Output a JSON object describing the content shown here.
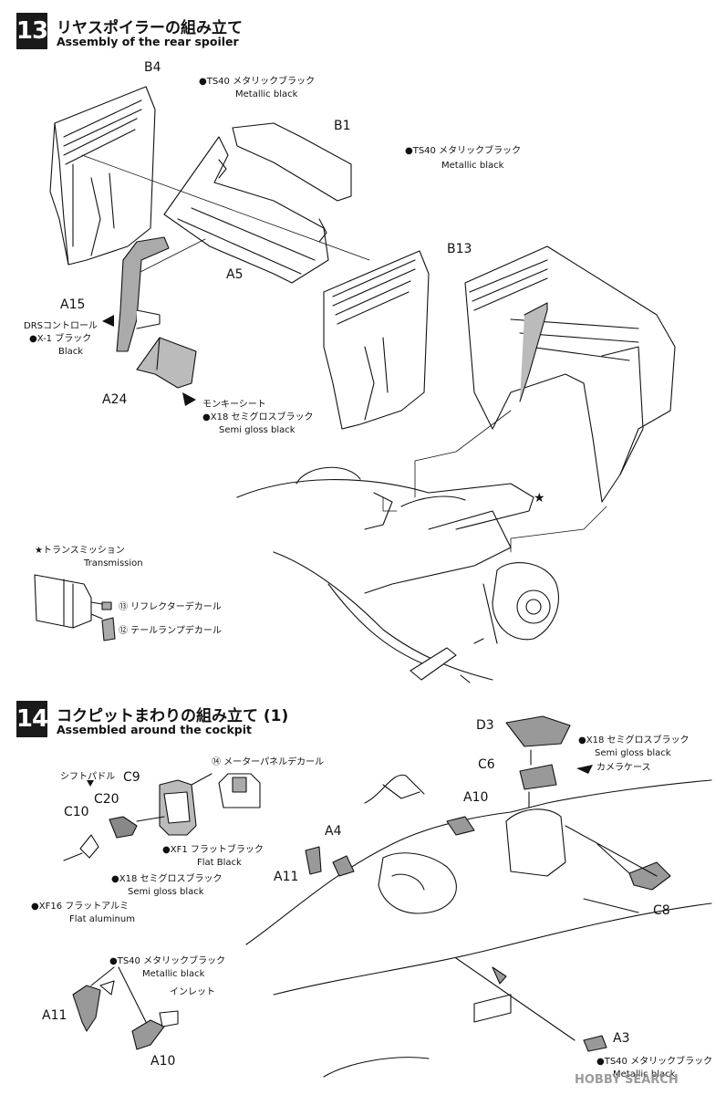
{
  "steps": [
    {
      "number": "13",
      "title_jp": "リヤスポイラーの組み立て",
      "title_en": "Assembly of the rear spoiler",
      "parts": [
        "B4",
        "B1",
        "A5",
        "B13",
        "A15",
        "A24"
      ],
      "paint": {
        "ts40_a": "●TS40 メタリックブラック",
        "metallic_black_a": "Metallic black",
        "ts40_b": "●TS40 メタリックブラック",
        "metallic_black_b": "Metallic black",
        "drs": "DRSコントロール",
        "x1": "●X-1 ブラック",
        "black": "Black",
        "monkey": "モンキーシート",
        "x18": "●X18 セミグロスブラック",
        "semi_gloss": "Semi gloss black"
      },
      "transmission_jp": "★トランスミッション",
      "transmission_en": "Transmission",
      "star": "★",
      "decal13": "⑬ リフレクターデカール",
      "decal12": "⑫ テールランプデカール"
    },
    {
      "number": "14",
      "title_jp": "コクピットまわりの組み立て (1)",
      "title_en": "Assembled around the cockpit",
      "parts": [
        "D3",
        "C6",
        "C9",
        "C20",
        "C10",
        "A10",
        "A4",
        "A11",
        "C8",
        "A11",
        "A10",
        "A3"
      ],
      "paint": {
        "x18_jp": "●X18 セミグロスブラック",
        "x18_en": "Semi gloss black",
        "camera": "カメラケース",
        "meter_decal": "⑭ メーターパネルデカール",
        "shift": "シフトパドル",
        "xf1_jp": "●XF1 フラットブラック",
        "xf1_en": "Flat Black",
        "x18b_jp": "●X18 セミグロスブラック",
        "x18b_en": "Semi gloss black",
        "xf16_jp": "●XF16 フラットアルミ",
        "xf16_en": "Flat aluminum",
        "ts40c_jp": "●TS40 メタリックブラック",
        "ts40c_en": "Metallic black",
        "inlet": "インレット",
        "ts40d_jp": "●TS40 メタリックブラック",
        "ts40d_en": "Metallic black"
      }
    }
  ],
  "watermark": "HOBBY SEARCH",
  "colors": {
    "ink": "#111111",
    "shade": "#9a9a9a",
    "light": "#cfcfcf"
  }
}
